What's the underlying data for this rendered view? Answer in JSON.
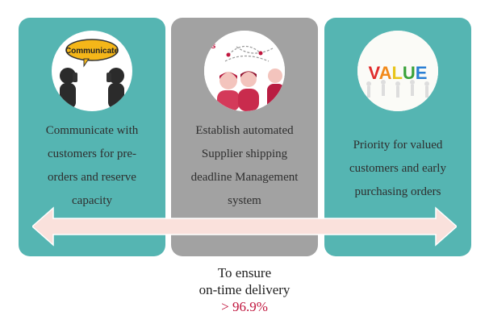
{
  "panels": [
    {
      "image_icon": "communicate-people-icon",
      "image_caption": "Communicate",
      "text_lines": [
        "Communicate with",
        "customers for pre-",
        "orders and reserve",
        "capacity"
      ],
      "background": "#55b5b2"
    },
    {
      "image_icon": "supplier-network-icon",
      "image_caption": "rs",
      "text_lines": [
        "Establish automated",
        "Supplier shipping",
        "deadline Management",
        "system"
      ],
      "background": "#a2a2a2"
    },
    {
      "image_icon": "value-letters-icon",
      "image_caption": "VALUE",
      "text_lines": [
        "Priority for valued",
        "customers and early",
        "purchasing orders"
      ],
      "background": "#55b5b2"
    }
  ],
  "arrow_color": "#fae1dc",
  "footer": {
    "line1": "To ensure",
    "line2": "on-time delivery",
    "percentage": "> 96.9%",
    "percentage_color": "#c0163e"
  }
}
